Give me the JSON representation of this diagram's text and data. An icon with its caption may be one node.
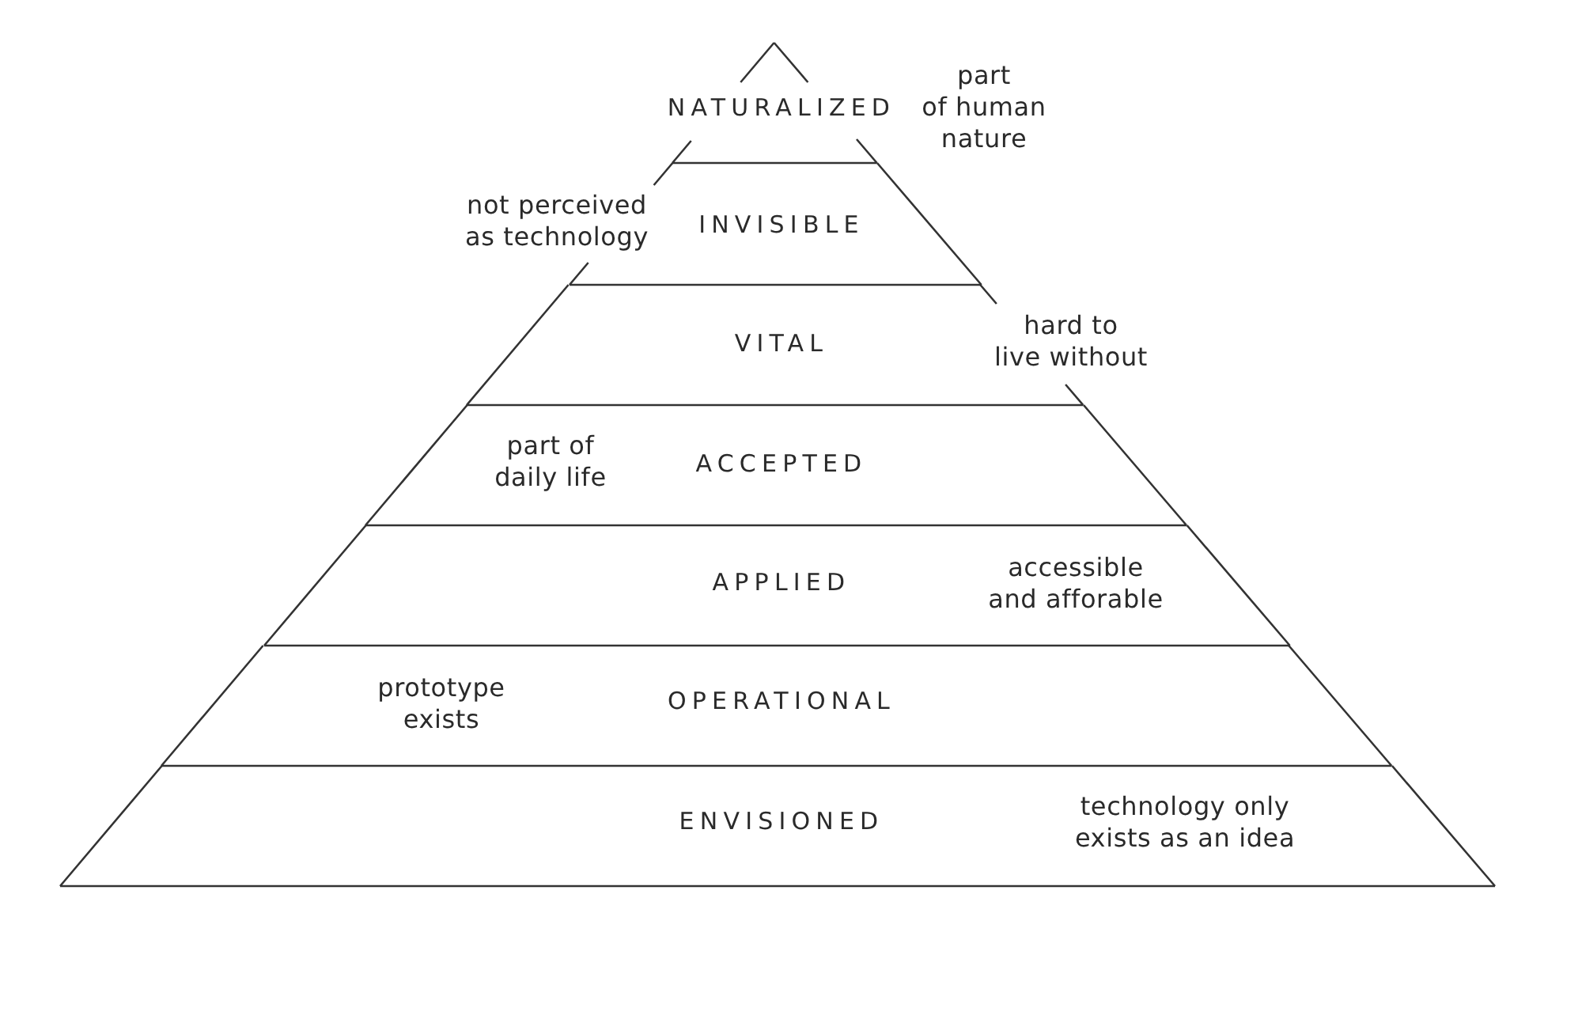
{
  "diagram": {
    "nodes": [
      {
        "text": [
          "NATURALIZED"
        ]
      },
      {
        "text": [
          "INVISIBLE"
        ],
        "beside": [
          "not perceived as technology"
        ]
      },
      {
        "text": [
          "VITAL",
          "hard to live without"
        ]
      },
      {
        "text": [
          "part of daily life",
          "ACCEPTED"
        ]
      },
      {
        "text": [
          "APPLIED",
          "accessible and afforable"
        ]
      },
      {
        "text": [
          "prototype exists",
          "OPERATIONAL"
        ]
      },
      {
        "text": [
          "ENVISIONED",
          "technology only exists as an idea"
        ]
      }
    ],
    "labels": [
      "part of human nature"
    ]
  }
}
